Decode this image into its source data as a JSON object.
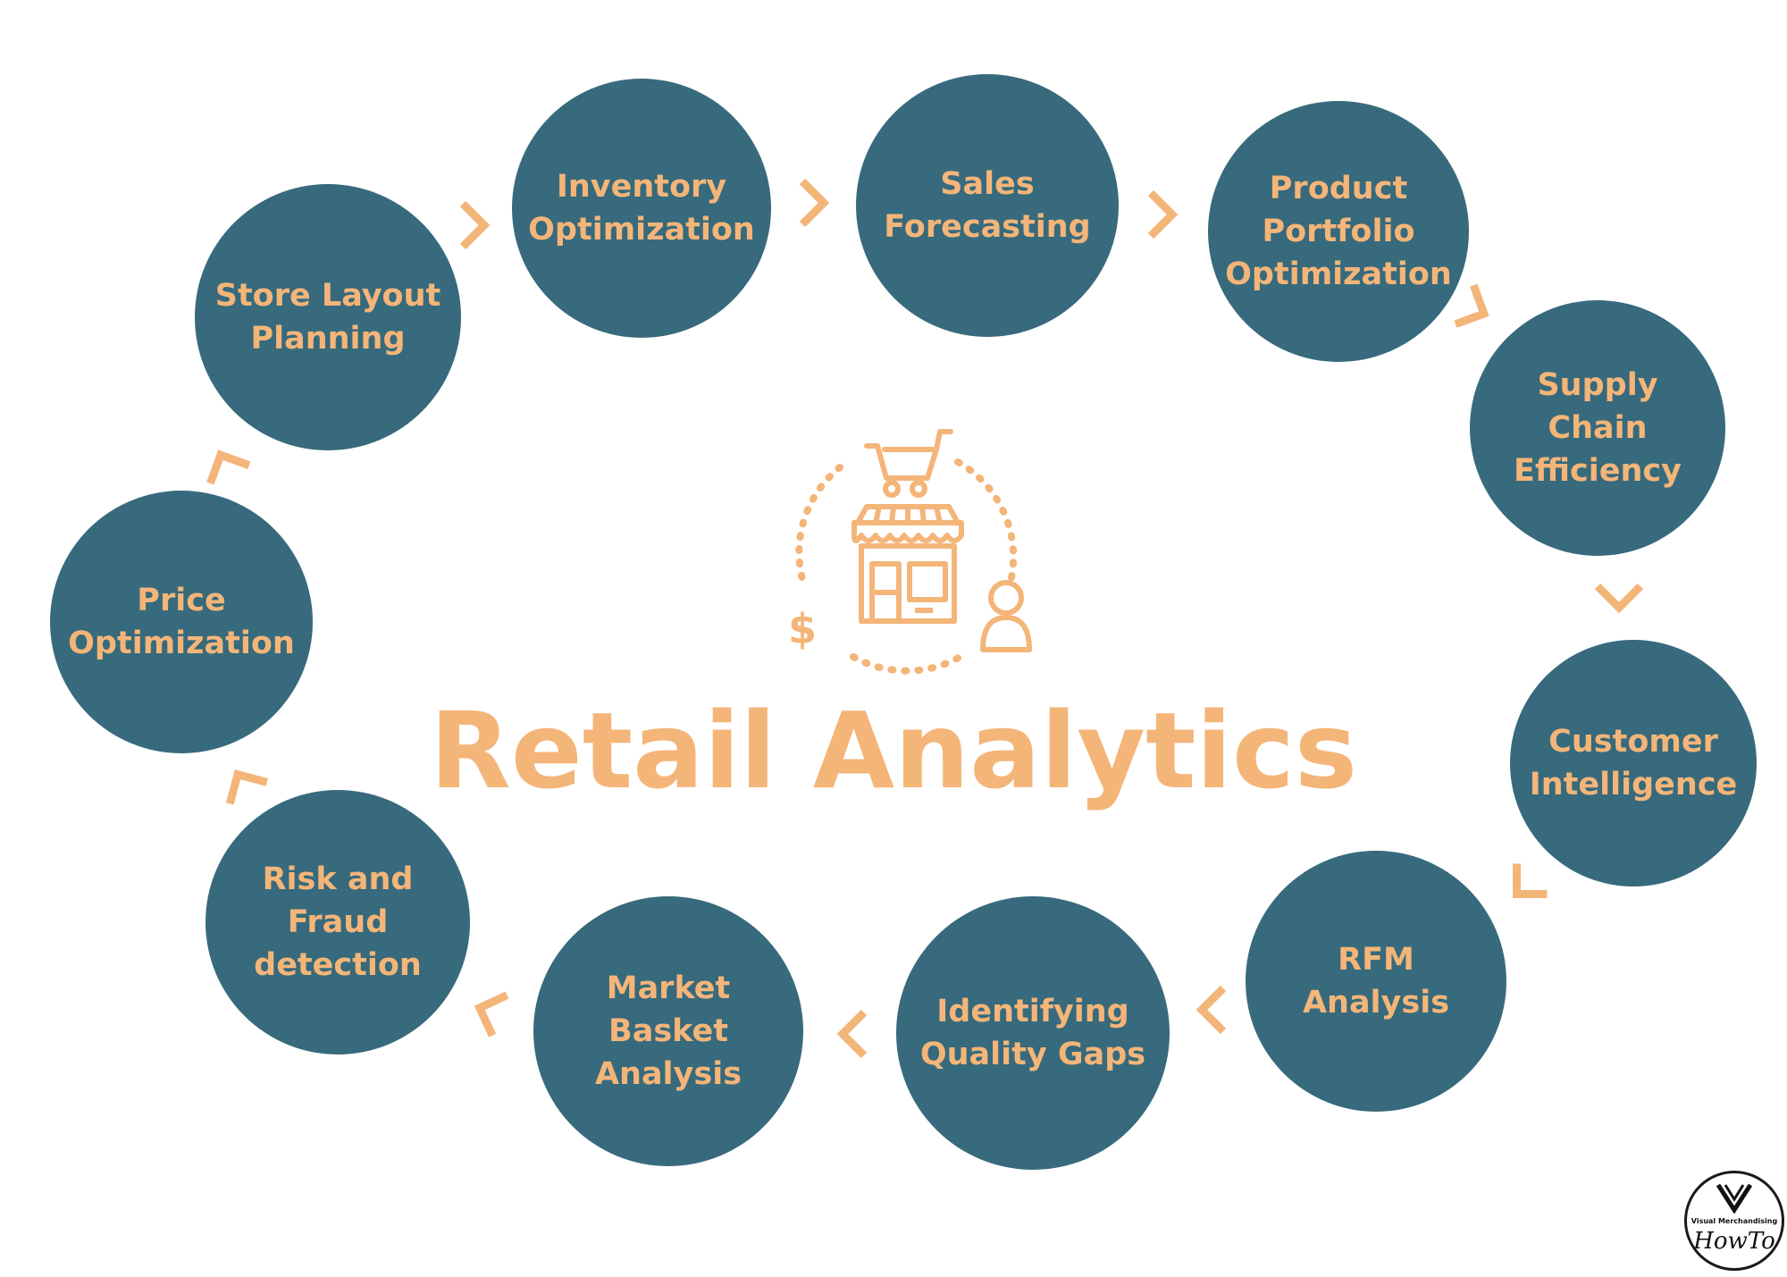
{
  "title": "Retail Analytics",
  "colors": {
    "node_fill": "#376a7c",
    "accent": "#f4b579",
    "background": "#ffffff"
  },
  "nodes": [
    {
      "id": "inventory-optimization",
      "label": "Inventory\nOptimization"
    },
    {
      "id": "sales-forecasting",
      "label": "Sales\nForecasting"
    },
    {
      "id": "product-portfolio-optimization",
      "label": "Product\nPortfolio\nOptimization"
    },
    {
      "id": "supply-chain-efficiency",
      "label": "Supply Chain\nEfficiency"
    },
    {
      "id": "customer-intelligence",
      "label": "Customer\nIntelligence"
    },
    {
      "id": "rfm-analysis",
      "label": "RFM\nAnalysis"
    },
    {
      "id": "identifying-quality-gaps",
      "label": "Identifying\nQuality Gaps"
    },
    {
      "id": "market-basket-analysis",
      "label": "Market Basket\nAnalysis"
    },
    {
      "id": "risk-and-fraud-detection",
      "label": "Risk and Fraud\ndetection"
    },
    {
      "id": "price-optimization",
      "label": "Price\nOptimization"
    },
    {
      "id": "store-layout-planning",
      "label": "Store Layout\nPlanning"
    }
  ],
  "center_icons": [
    "shopping-cart-icon",
    "storefront-icon",
    "dollar-icon",
    "person-icon"
  ],
  "logo": {
    "name": "Visual Merchandising",
    "tagline": "HowTo"
  }
}
